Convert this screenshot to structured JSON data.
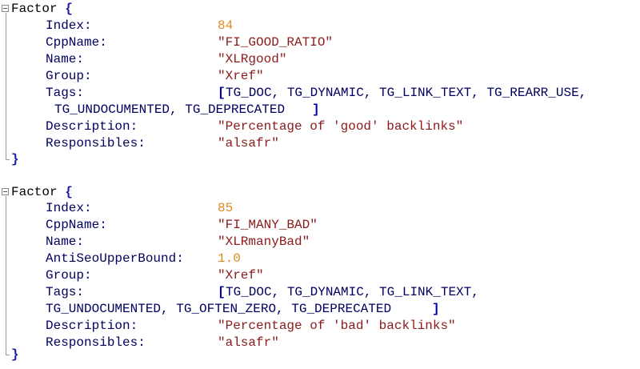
{
  "factors": [
    {
      "keyword": "Factor",
      "open_brace": "{",
      "close_brace": "}",
      "fields": {
        "index": {
          "key": "Index:",
          "value": "84"
        },
        "cppname": {
          "key": "CppName:",
          "value": "\"FI_GOOD_RATIO\""
        },
        "name": {
          "key": "Name:",
          "value": "\"XLRgood\""
        },
        "group": {
          "key": "Group:",
          "value": "\"Xref\""
        },
        "tags": {
          "key": "Tags:",
          "open": "[",
          "line1": "TG_DOC, TG_DYNAMIC, TG_LINK_TEXT, TG_REARR_USE,",
          "line2": "TG_UNDOCUMENTED, TG_DEPRECATED",
          "close": "]"
        },
        "description": {
          "key": "Description:",
          "value": "\"Percentage of 'good' backlinks\""
        },
        "responsibles": {
          "key": "Responsibles:",
          "value": "\"alsafr\""
        }
      }
    },
    {
      "keyword": "Factor",
      "open_brace": "{",
      "close_brace": "}",
      "fields": {
        "index": {
          "key": "Index:",
          "value": "85"
        },
        "cppname": {
          "key": "CppName:",
          "value": "\"FI_MANY_BAD\""
        },
        "name": {
          "key": "Name:",
          "value": "\"XLRmanyBad\""
        },
        "antiseo": {
          "key": "AntiSeoUpperBound:",
          "value": "1.0"
        },
        "group": {
          "key": "Group:",
          "value": "\"Xref\""
        },
        "tags": {
          "key": "Tags:",
          "open": "[",
          "line1": "TG_DOC, TG_DYNAMIC, TG_LINK_TEXT,",
          "line2": "TG_UNDOCUMENTED, TG_OFTEN_ZERO, TG_DEPRECATED",
          "close": "]"
        },
        "description": {
          "key": "Description:",
          "value": "\"Percentage of 'bad' backlinks\""
        },
        "responsibles": {
          "key": "Responsibles:",
          "value": "\"alsafr\""
        }
      }
    }
  ],
  "colors": {
    "number": "#e08a1e",
    "string": "#8b1a1a",
    "bracket": "#0000aa",
    "property": "#000060"
  }
}
